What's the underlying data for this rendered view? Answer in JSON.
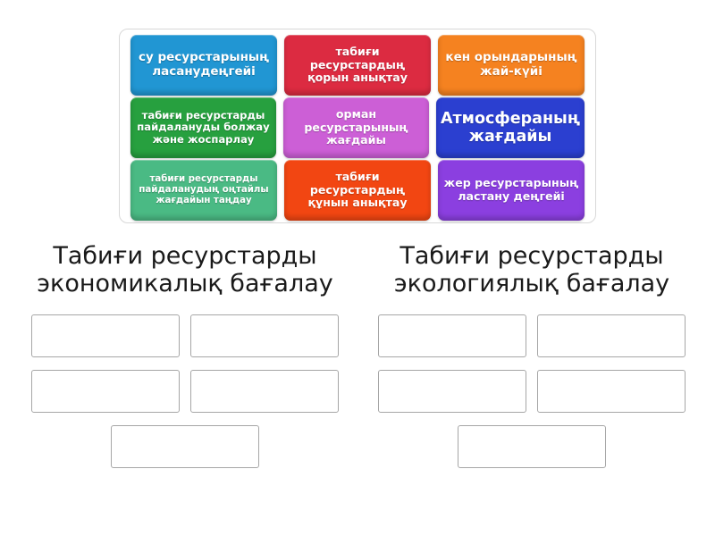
{
  "activity": {
    "type": "group-sort",
    "tile_tray": {
      "name": "draggable-tiles-tray",
      "rows": [
        [
          {
            "id": "tile-1",
            "label": "су ресурстарының ласанудеңгейі",
            "color": "#2196d3",
            "size": "fs-14"
          },
          {
            "id": "tile-2",
            "label": "табиғи ресурстардың қорын анықтау",
            "color": "#dc2b41",
            "size": "fs-13"
          },
          {
            "id": "tile-3",
            "label": "кен орындарының жай-күйі",
            "color": "#f58220",
            "size": "fs-14"
          }
        ],
        [
          {
            "id": "tile-4",
            "label": "табиғи ресурстарды пайдалануды болжау және жоспарлау",
            "color": "#27a03f",
            "size": "fs-12"
          },
          {
            "id": "tile-5",
            "label": "орман ресурстарының жағдайы",
            "color": "#cc5fd6",
            "size": "fs-13"
          },
          {
            "id": "tile-6",
            "label": "Атмосфераның жағдайы",
            "color": "#2b3fd0",
            "size": "fs-18"
          }
        ],
        [
          {
            "id": "tile-7",
            "label": "табиғи ресурстарды пайдаланудың оңтайлы жағдайын таңдау",
            "color": "#4aba84",
            "size": "fs-10"
          },
          {
            "id": "tile-8",
            "label": "табиғи ресурстардың құнын анықтау",
            "color": "#f24612",
            "size": "fs-13"
          },
          {
            "id": "tile-9",
            "label": "жер ресурстарының ластану деңгейі",
            "color": "#8b3fe0",
            "size": "fs-13"
          }
        ]
      ]
    },
    "columns": [
      {
        "id": "column-economic",
        "title": "Табиғи ресурстарды экономикалық бағалау",
        "dropzones": [
          {
            "id": "econ-slot-1",
            "value": ""
          },
          {
            "id": "econ-slot-2",
            "value": ""
          },
          {
            "id": "econ-slot-3",
            "value": ""
          },
          {
            "id": "econ-slot-4",
            "value": ""
          },
          {
            "id": "econ-slot-5",
            "value": ""
          }
        ]
      },
      {
        "id": "column-ecological",
        "title": "Табиғи ресурстарды экологиялық бағалау",
        "dropzones": [
          {
            "id": "ecol-slot-1",
            "value": ""
          },
          {
            "id": "ecol-slot-2",
            "value": ""
          },
          {
            "id": "ecol-slot-3",
            "value": ""
          },
          {
            "id": "ecol-slot-4",
            "value": ""
          },
          {
            "id": "ecol-slot-5",
            "value": ""
          }
        ]
      }
    ]
  },
  "colors": {
    "tray_border": "#d8d8d8",
    "dropzone_border": "#a6a6a6",
    "title_text": "#1a1a1a",
    "page_background": "#ffffff"
  }
}
